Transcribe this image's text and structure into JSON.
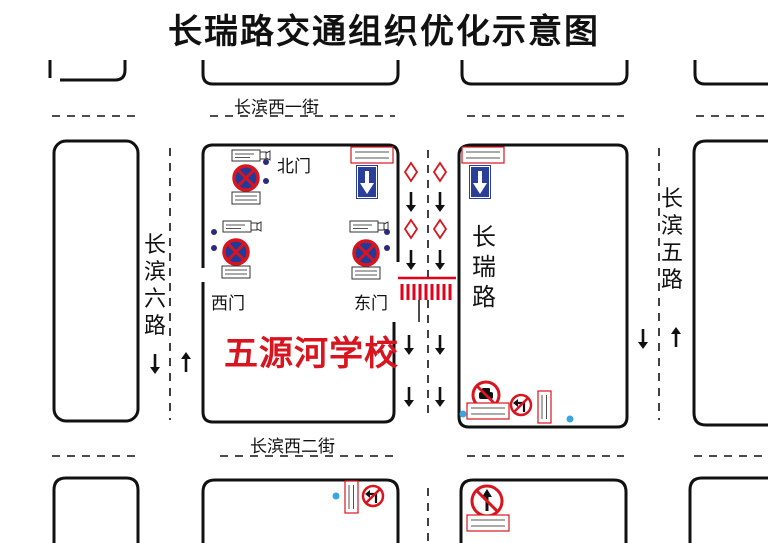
{
  "title": "长瑞路交通组织优化示意图",
  "roads": {
    "north_street": "长滨西一街",
    "south_street": "长滨西二街",
    "west_road": "长滨六路",
    "east_road": "长滨五路",
    "main_road": "长瑞路"
  },
  "gates": {
    "north": "北门",
    "west": "西门",
    "east": "东门"
  },
  "school_name": "五源河学校",
  "icons": [
    "no-parking-icon",
    "camera-icon",
    "one-way-arrow-icon",
    "no-left-turn-icon",
    "no-straight-icon",
    "diamond-lane-icon",
    "crosswalk-icon"
  ],
  "colors": {
    "road_outline": "#111111",
    "sign_red": "#d9141e",
    "sign_blue": "#1e3c9c",
    "one_way_blue": "#2a3f9a",
    "crosswalk_red": "#e2001a"
  }
}
